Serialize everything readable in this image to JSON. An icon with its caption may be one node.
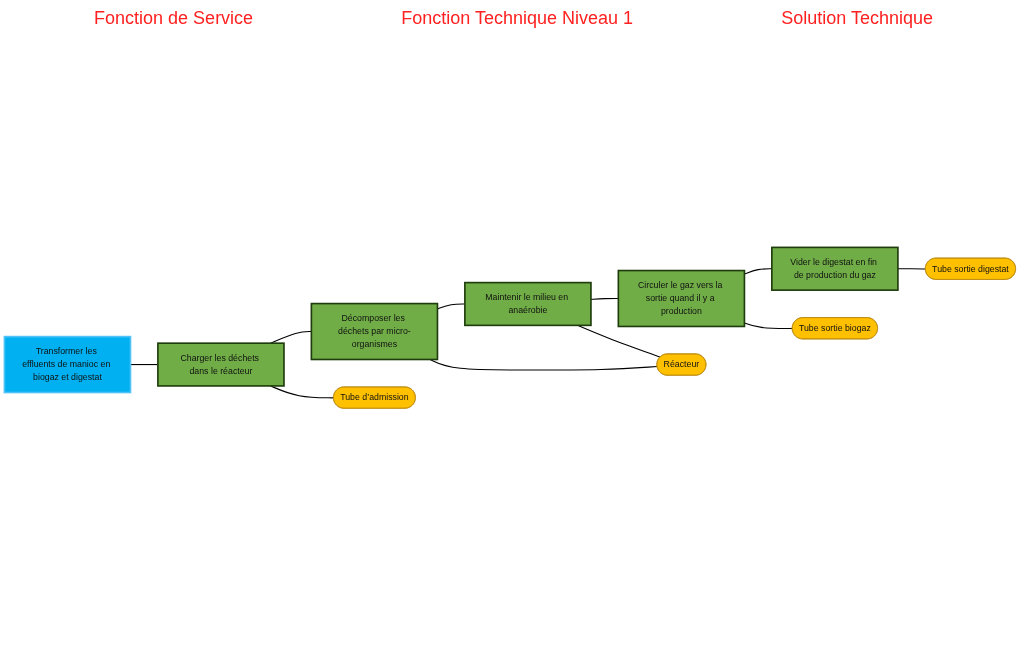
{
  "diagram": {
    "nodes": [
      {
        "text": [
          "Transformer les effluents de manioc en biogaz et digestat"
        ]
      },
      {
        "text": [
          "Charger les déchets dans le réacteur"
        ]
      },
      {
        "text": [
          "Décomposer les déchets par micro-organismes"
        ]
      },
      {
        "text": [
          "Maintenir le milieu en anaérobie"
        ]
      },
      {
        "text": [
          "Circuler le gaz vers la sortie quand il y a production"
        ]
      },
      {
        "text": [
          "Vider le digestat en fin de production du gaz"
        ]
      },
      {
        "text": [
          "Tube d’admission"
        ]
      },
      {
        "text": [
          "Réacteur"
        ]
      },
      {
        "text": [
          "Tube sortie biogaz"
        ]
      },
      {
        "text": [
          "Tube sortie digestat"
        ]
      }
    ],
    "edges": [
      {
        "from": 0,
        "to": 1,
        "arrow": "none"
      },
      {
        "from": 1,
        "to": 2,
        "arrow": "none"
      },
      {
        "from": 2,
        "to": 3,
        "arrow": "none"
      },
      {
        "from": 3,
        "to": 4,
        "arrow": "none"
      },
      {
        "from": 4,
        "to": 5,
        "arrow": "none"
      },
      {
        "from": 1,
        "to": 6,
        "arrow": "none"
      },
      {
        "from": 2,
        "to": 7,
        "arrow": "none"
      },
      {
        "from": 3,
        "to": 7,
        "arrow": "none"
      },
      {
        "from": 4,
        "to": 8,
        "arrow": "none"
      },
      {
        "from": 5,
        "to": 9,
        "arrow": "none"
      }
    ],
    "labels": [
      "Fonction de Service",
      "Fonction Technique Niveau 1",
      "Solution Technique"
    ]
  }
}
